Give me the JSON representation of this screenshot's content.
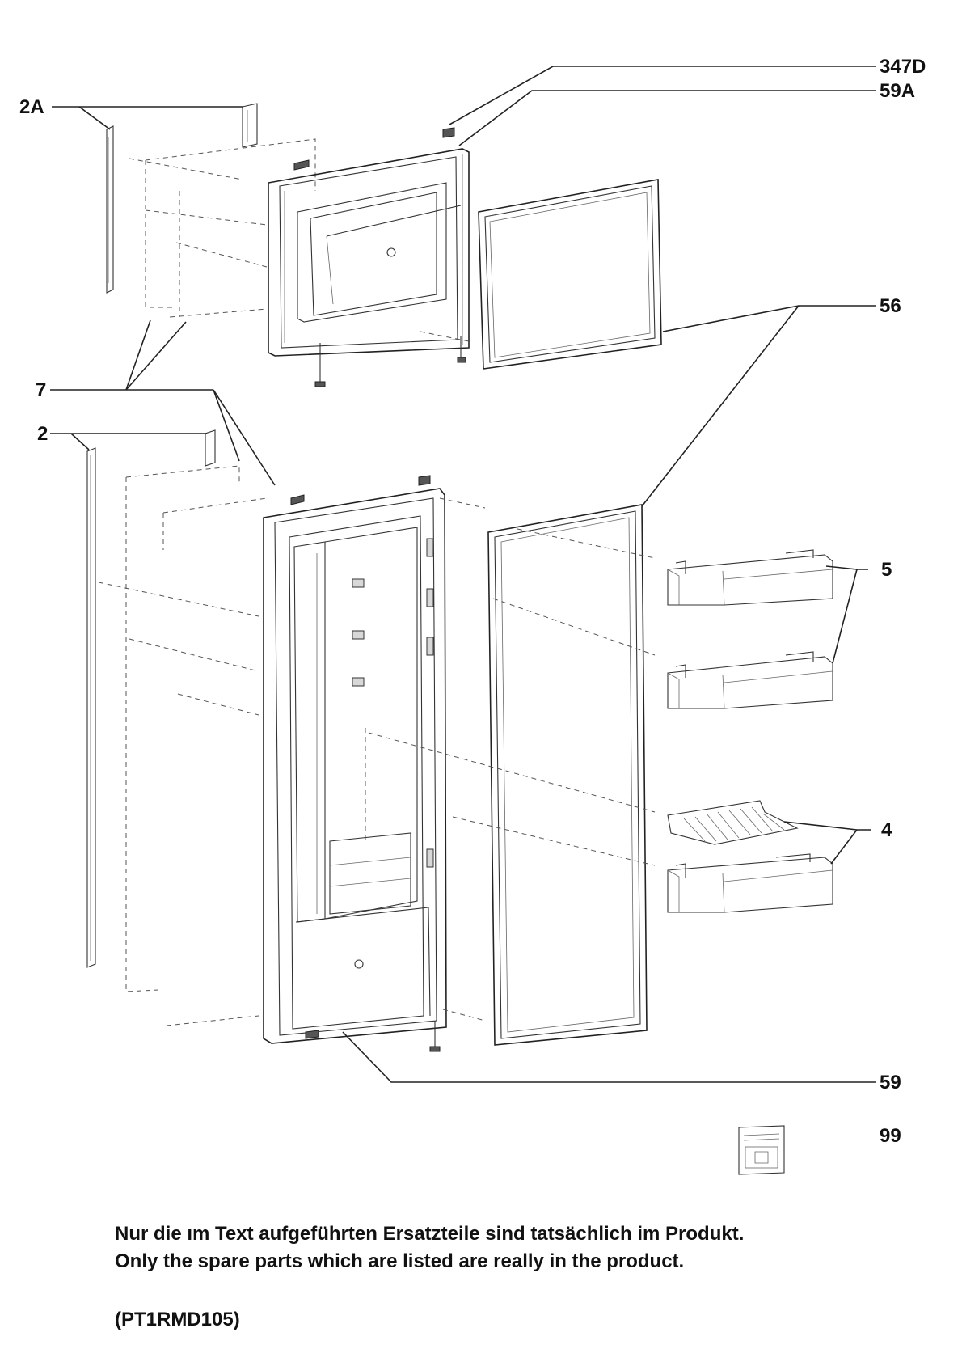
{
  "callouts": {
    "p347D": "347D",
    "p59A": "59A",
    "p2A": "2A",
    "p56": "56",
    "p7": "7",
    "p2": "2",
    "p5": "5",
    "p4": "4",
    "p59": "59",
    "p99": "99"
  },
  "notes": {
    "german": "Nur die ım Text aufgeführten Ersatzteile sind tatsächlich im Produkt.",
    "english": "Only the spare parts which are listed are really in the product.",
    "model_code": "(PT1RMD105)"
  },
  "colors": {
    "ink": "#111111",
    "line": "#222222",
    "part_fill": "#d8d8d8"
  }
}
